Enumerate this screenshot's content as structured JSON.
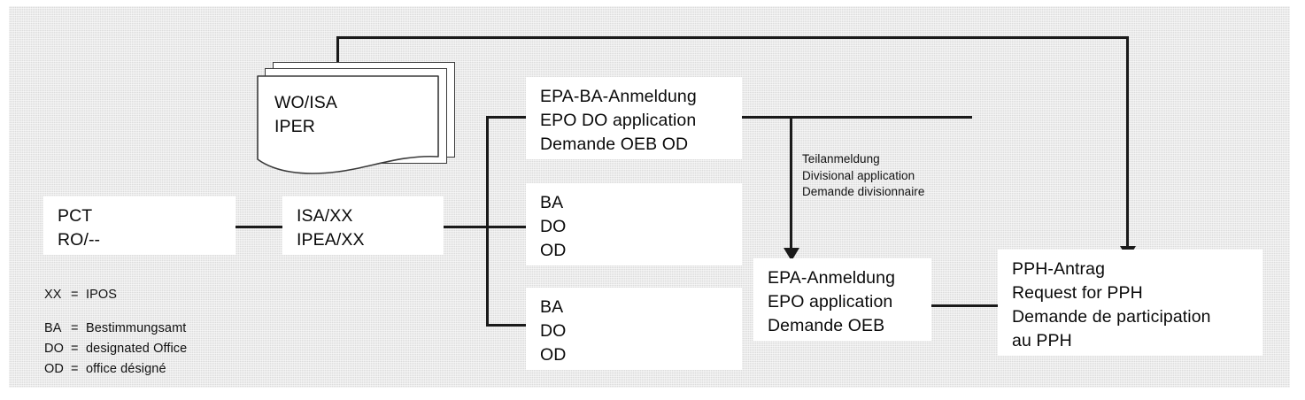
{
  "diagram": {
    "title": "PCT route to EPO and PPH request flow",
    "background_color": "#dcdcdc",
    "box_color": "#ffffff",
    "line_color": "#1a1a1a"
  },
  "nodes": {
    "pct": {
      "label": "PCT\nRO/--",
      "lines": [
        "PCT",
        "RO/--"
      ]
    },
    "isa": {
      "label": "ISA/XX\nIPEA/XX",
      "lines": [
        "ISA/XX",
        "IPEA/XX"
      ]
    },
    "documents": {
      "label": "WO/ISA\nIPER",
      "lines": [
        "WO/ISA",
        "IPER"
      ],
      "sheet_count": 3
    },
    "epo_do_application": {
      "label": "EPA-BA-Anmeldung\nEPO DO application\nDemande OEB OD",
      "lines": [
        "EPA-BA-Anmeldung",
        "EPO DO application",
        "Demande OEB OD"
      ]
    },
    "designated_office_1": {
      "label": "BA\nDO\nOD",
      "lines": [
        "BA",
        "DO",
        "OD"
      ]
    },
    "designated_office_2": {
      "label": "BA\nDO\nOD",
      "lines": [
        "BA",
        "DO",
        "OD"
      ]
    },
    "epo_application": {
      "label": "EPA-Anmeldung\nEPO application\nDemande OEB",
      "lines": [
        "EPA-Anmeldung",
        "EPO application",
        "Demande OEB"
      ]
    },
    "pph_request": {
      "label": "PPH-Antrag\nRequest for PPH\nDemande de participation\nau PPH",
      "lines": [
        "PPH-Antrag",
        "Request for PPH",
        "Demande de participation",
        "au PPH"
      ]
    }
  },
  "annotations": {
    "divisional": {
      "label": "Teilanmeldung\nDivisional application\nDemande divisionnaire",
      "lines": [
        "Teilanmeldung",
        "Divisional application",
        "Demande divisionnaire"
      ]
    }
  },
  "legend": {
    "abbreviation": {
      "key": "XX",
      "equals": "=",
      "value": "IPOS",
      "text": "XX = IPOS"
    },
    "entries": [
      {
        "key": "BA",
        "equals": "=",
        "value": "Bestimmungsamt"
      },
      {
        "key": "DO",
        "equals": "=",
        "value": "designated Office"
      },
      {
        "key": "OD",
        "equals": "=",
        "value": "office désigné"
      }
    ]
  }
}
